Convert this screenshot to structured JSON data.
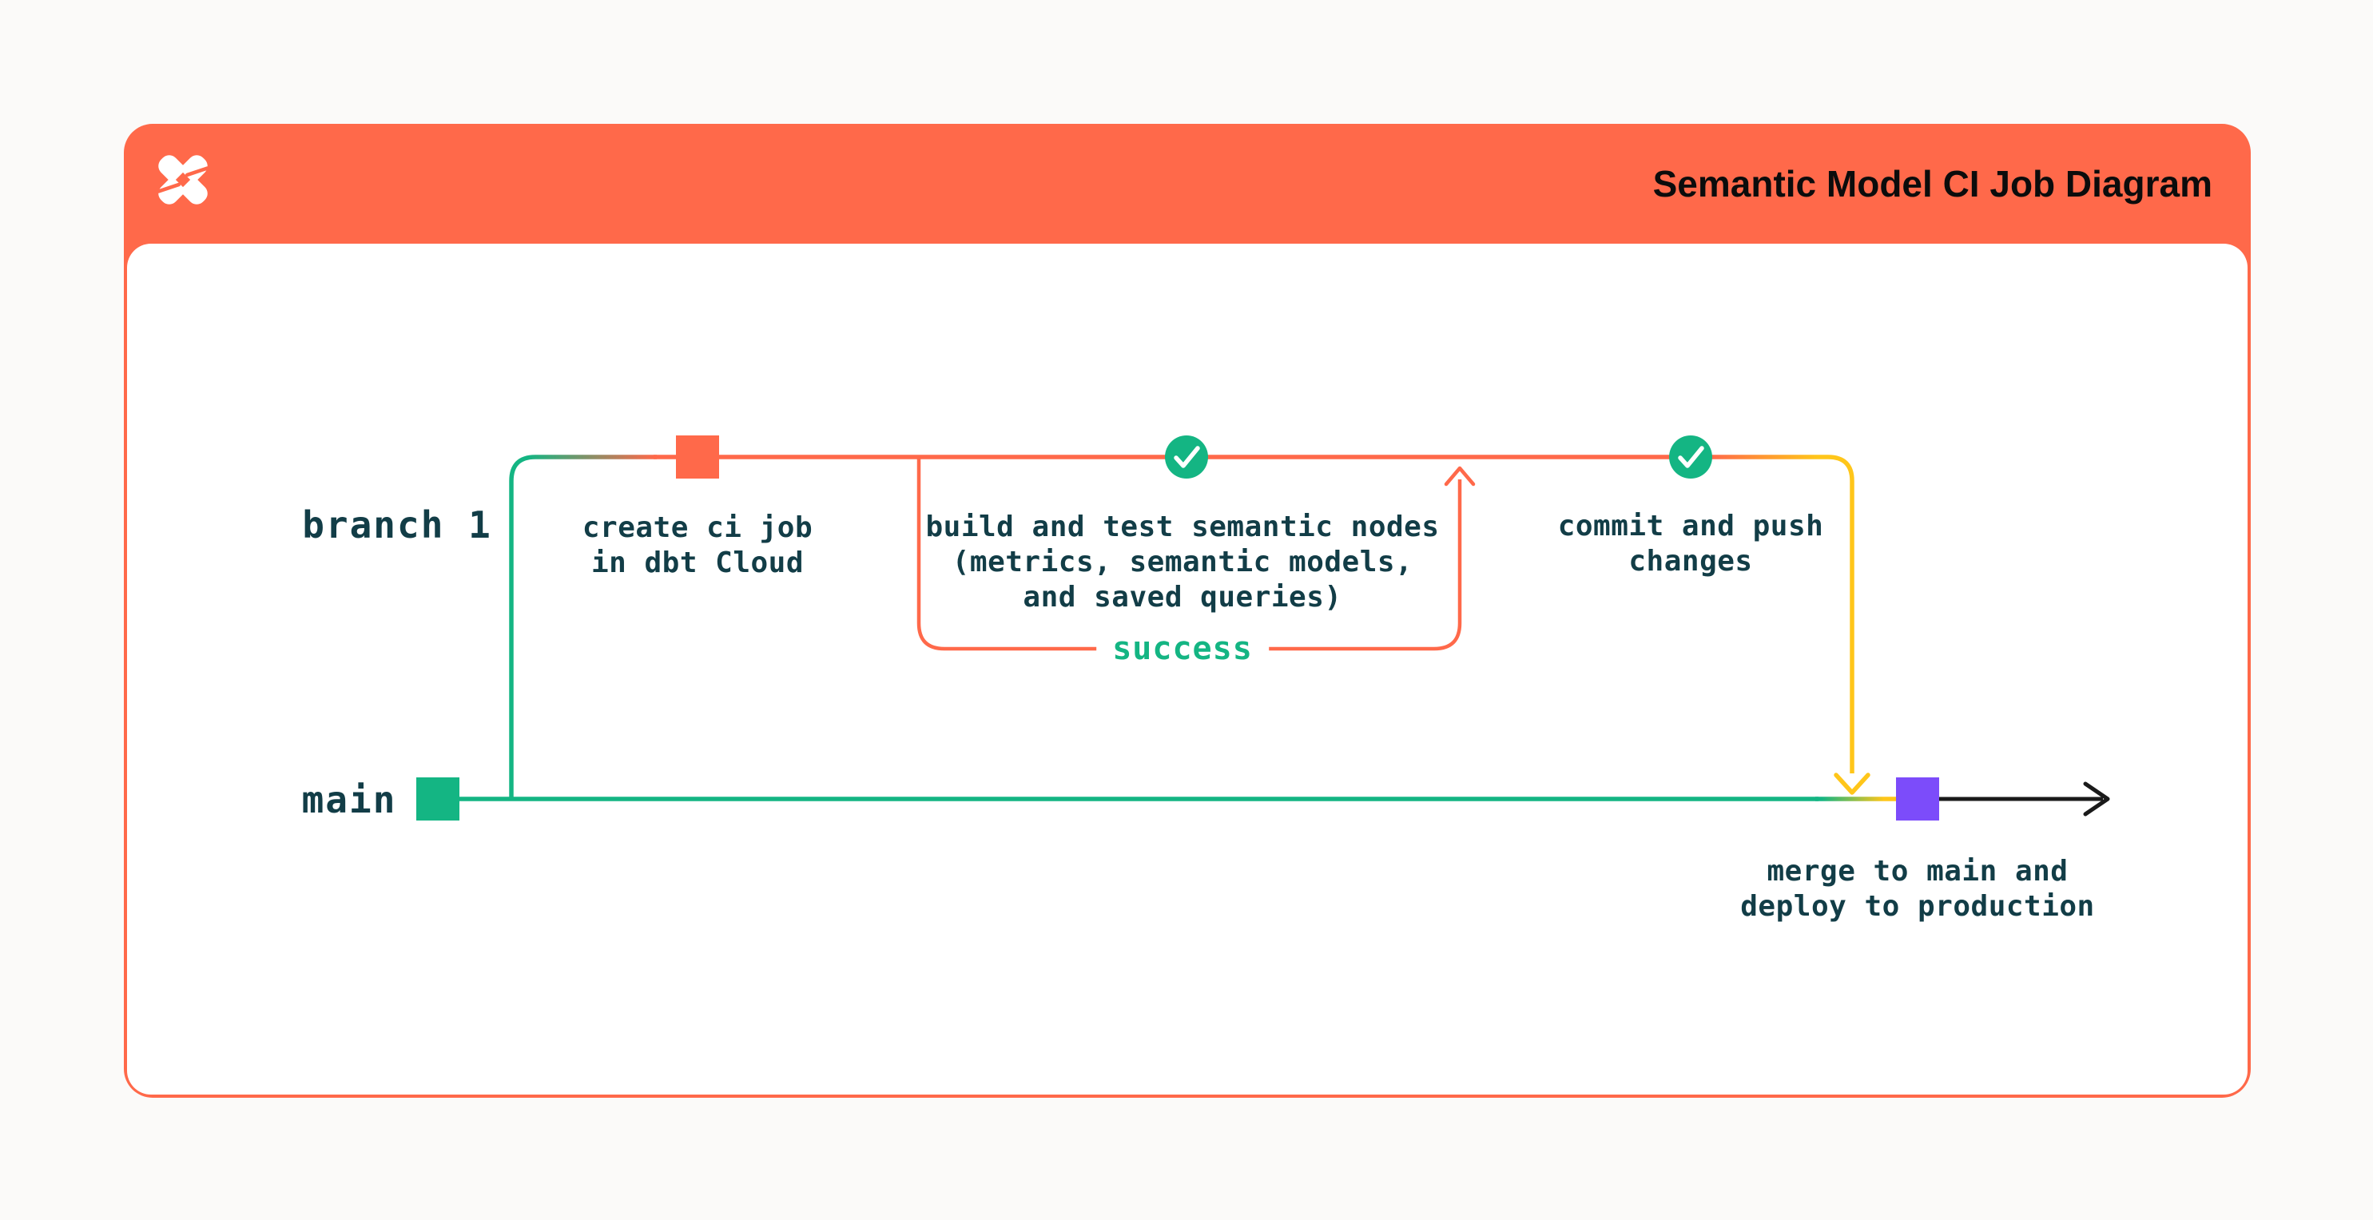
{
  "page": {
    "background": "#FBFAF9"
  },
  "header": {
    "title": "Semantic Model CI Job Diagram",
    "background": "#FF694A",
    "title_color": "#0C0C0C",
    "logo": "dbt-logo"
  },
  "diagram": {
    "branch_label": "branch 1",
    "main_label": "main",
    "success_label": "success",
    "label_color": "#123D47",
    "colors": {
      "orange": "#FF694A",
      "green": "#14B583",
      "yellow": "#FFC61A",
      "purple": "#7C4CFA",
      "black": "#1A1A1A",
      "white": "#FFFFFF"
    },
    "nodes": [
      {
        "id": "create-ci-job",
        "marker": "orange-square-commit",
        "label": "create ci job\nin dbt Cloud"
      },
      {
        "id": "build-and-test",
        "marker": "check-circle",
        "label": "build and test semantic nodes\n(metrics, semantic models,\nand saved queries)"
      },
      {
        "id": "commit-and-push",
        "marker": "check-circle",
        "label": "commit and push\nchanges"
      },
      {
        "id": "merge-deploy",
        "marker": "purple-square-commit",
        "label": "merge to main and\ndeploy to production"
      }
    ]
  }
}
